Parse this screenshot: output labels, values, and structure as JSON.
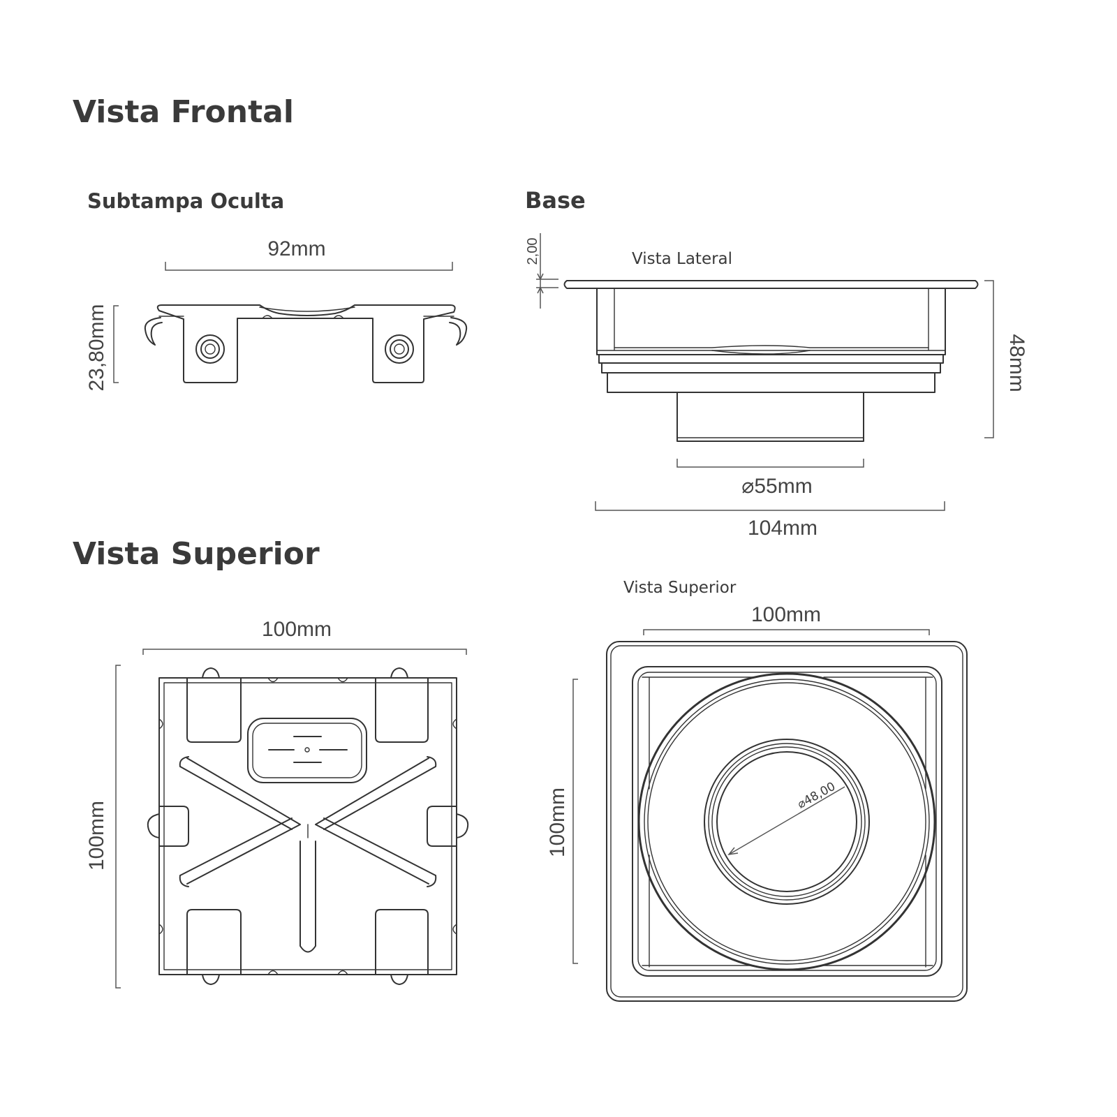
{
  "headings": {
    "front_view": "Vista Frontal",
    "top_view": "Vista Superior"
  },
  "subtampa": {
    "title": "Subtampa Oculta",
    "width_label": "92mm",
    "height_label": "23,80mm"
  },
  "base": {
    "title": "Base",
    "side_view_label": "Vista Lateral",
    "flange_label": "2,00",
    "height_label": "48mm",
    "pipe_label": "⌀55mm",
    "width_label": "104mm"
  },
  "subtampa_top": {
    "width_label": "100mm",
    "height_label": "100mm"
  },
  "base_top": {
    "title": "Vista Superior",
    "width_label": "100mm",
    "height_label": "100mm",
    "diameter_label": "⌀48,00"
  },
  "colors": {
    "line": "#333333",
    "text": "#3a3a3a"
  }
}
